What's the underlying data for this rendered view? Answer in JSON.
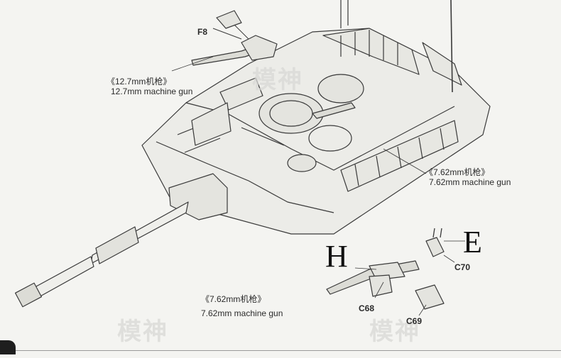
{
  "labels": {
    "mg127_cn": "《12.7mm机枪》",
    "mg127_en": "12.7mm machine gun",
    "mg762_right_cn": "《7.62mm机枪》",
    "mg762_right_en": "7.62mm machine gun",
    "mg762_left_cn": "《7.62mm机枪》",
    "mg762_left_en": "7.62mm machine gun"
  },
  "parts": {
    "f8": "F8",
    "c68": "C68",
    "c69": "C69",
    "c70": "C70"
  },
  "callouts": {
    "h": "H",
    "e": "E"
  },
  "watermark": "模神",
  "colors": {
    "background": "#f4f4f1",
    "line": "#3a3a3a",
    "fill": "#e9e9e5"
  }
}
